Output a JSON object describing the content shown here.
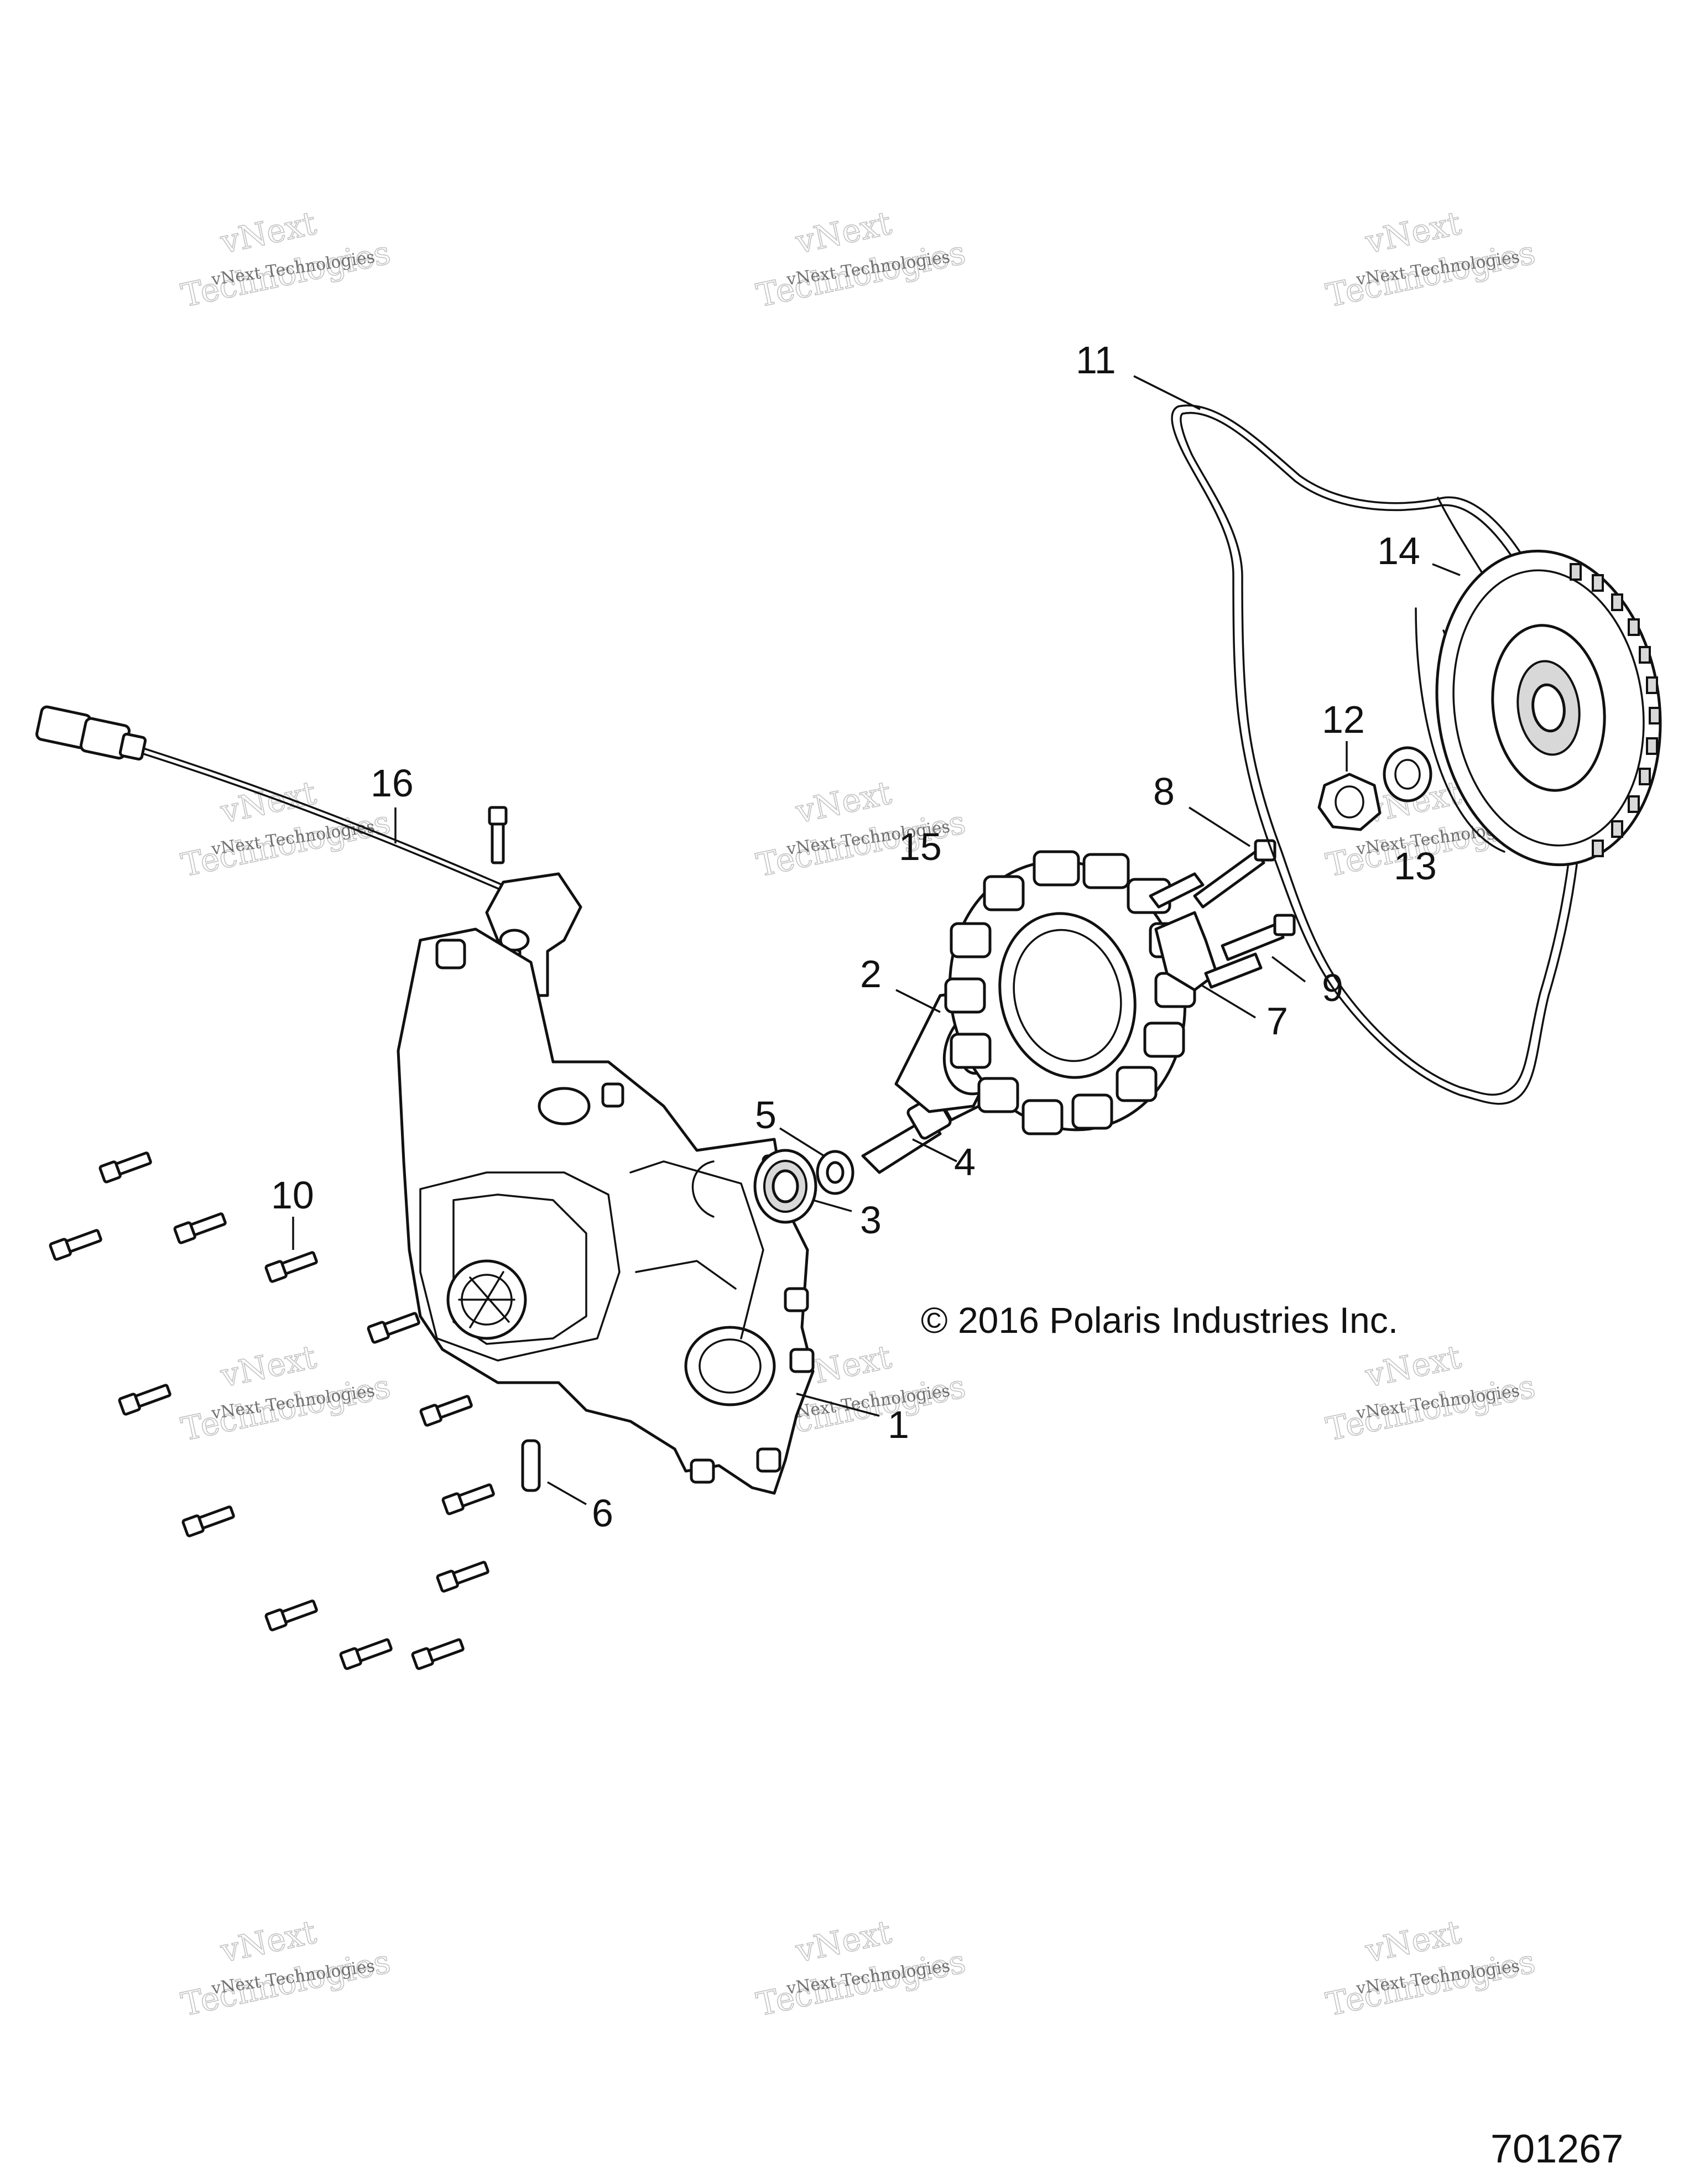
{
  "diagram": {
    "callouts": [
      {
        "id": "1",
        "label": "1"
      },
      {
        "id": "2",
        "label": "2"
      },
      {
        "id": "3",
        "label": "3"
      },
      {
        "id": "4",
        "label": "4"
      },
      {
        "id": "5",
        "label": "5"
      },
      {
        "id": "6",
        "label": "6"
      },
      {
        "id": "7",
        "label": "7"
      },
      {
        "id": "8",
        "label": "8"
      },
      {
        "id": "9",
        "label": "9"
      },
      {
        "id": "10",
        "label": "10"
      },
      {
        "id": "11",
        "label": "11"
      },
      {
        "id": "12",
        "label": "12"
      },
      {
        "id": "13",
        "label": "13"
      },
      {
        "id": "14",
        "label": "14"
      },
      {
        "id": "15",
        "label": "15"
      },
      {
        "id": "16",
        "label": "16"
      }
    ],
    "copyright": "© 2016 Polaris Industries Inc.",
    "document_number": "701267",
    "watermark": {
      "line1": "vNext Technologies",
      "line2": "vNext",
      "line3": "Technologies"
    }
  }
}
